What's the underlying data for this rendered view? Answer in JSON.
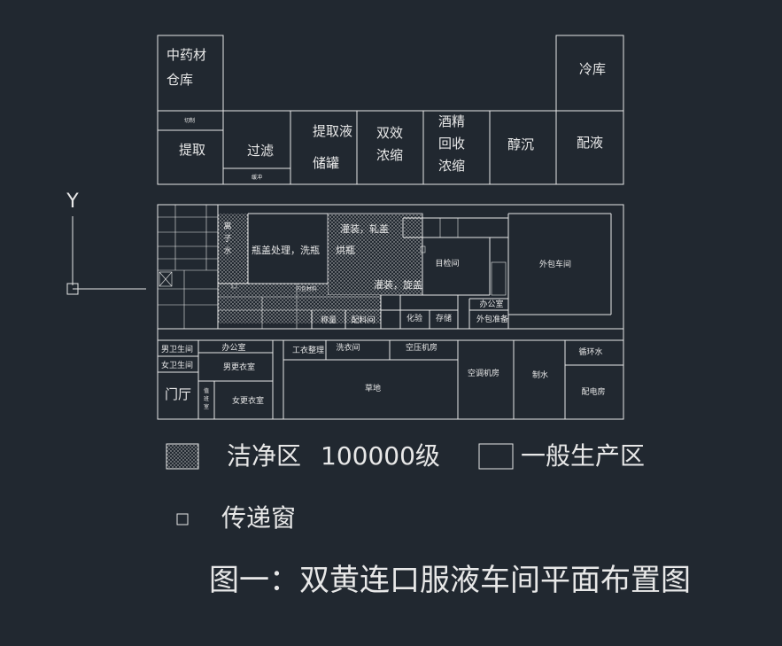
{
  "colors": {
    "background": "#212830",
    "line": "#e8e8e8"
  },
  "rooms": {
    "herb_warehouse": "中药材\n仓库",
    "cold_storage": "冷库",
    "cut": "切制",
    "extract": "提取",
    "filter": "过滤",
    "buffer": "缓冲",
    "extract_storage": "提取液\n储罐",
    "double_conc": "双效\n浓缩",
    "alcohol_recovery": "酒精\n回收\n浓缩",
    "alcohol_sink": "醇沉",
    "mixing": "配液",
    "ion_water": "离子水",
    "bottle_cap": "瓶盖处理，洗瓶",
    "dry": "烘瓶",
    "filling": "灌装，轧盖",
    "filling2": "灌装，旋盖",
    "inspect": "目检间",
    "pack_room": "外包车间",
    "inner_pack": "内包材料",
    "weighing": "称量",
    "compounding": "配料间",
    "chem_test": "化验",
    "storage": "存储",
    "office": "办公室",
    "outer_pack_prep": "外包准备",
    "male_wc": "男卫生间",
    "female_wc": "女卫生间",
    "office2": "办公室",
    "male_locker": "男更衣室",
    "hall": "门厅",
    "reception": "值班室",
    "female_locker": "女更衣室",
    "work_clothes": "工衣整理",
    "laundry": "洗衣间",
    "air_compressor": "空压机房",
    "lawn": "草地",
    "hvac": "空调机房",
    "water": "制水",
    "circulating_water": "循环水",
    "power_room": "配电房"
  },
  "legend": {
    "clean_label": "洁净区",
    "clean_grade": "100000级",
    "general_label": "一般生产区",
    "pass_window_label": "传递窗"
  },
  "caption": "图一：双黄连口服液车间平面布置图",
  "axis_label": "Y"
}
